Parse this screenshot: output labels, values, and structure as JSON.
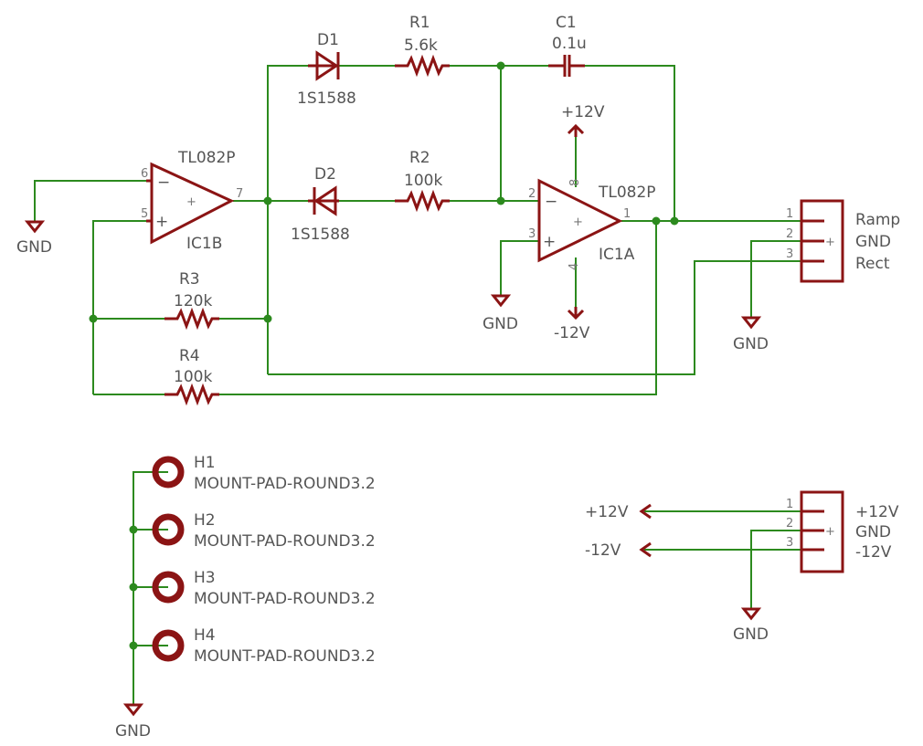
{
  "colors": {
    "wire": "#2c8a1e",
    "part": "#8b1414",
    "text": "#555555",
    "background": "#ffffff"
  },
  "parts": {
    "D1": {
      "name": "D1",
      "value": "1S1588"
    },
    "D2": {
      "name": "D2",
      "value": "1S1588"
    },
    "R1": {
      "name": "R1",
      "value": "5.6k"
    },
    "R2": {
      "name": "R2",
      "value": "100k"
    },
    "R3": {
      "name": "R3",
      "value": "120k"
    },
    "R4": {
      "name": "R4",
      "value": "100k"
    },
    "C1": {
      "name": "C1",
      "value": "0.1u"
    },
    "IC1A": {
      "name": "IC1A",
      "value": "TL082P"
    },
    "IC1B": {
      "name": "IC1B",
      "value": "TL082P"
    },
    "H1": {
      "name": "H1",
      "value": "MOUNT-PAD-ROUND3.2"
    },
    "H2": {
      "name": "H2",
      "value": "MOUNT-PAD-ROUND3.2"
    },
    "H3": {
      "name": "H3",
      "value": "MOUNT-PAD-ROUND3.2"
    },
    "H4": {
      "name": "H4",
      "value": "MOUNT-PAD-ROUND3.2"
    }
  },
  "power": {
    "gnd": "GND",
    "pos12": "+12V",
    "neg12": "-12V",
    "neg12_connector": "-12V"
  },
  "pins": {
    "ic1b": {
      "p6": "6",
      "p5": "5",
      "p7": "7",
      "minus": "−",
      "plus": "+",
      "out_plus": "+"
    },
    "ic1a": {
      "p2": "2",
      "p3": "3",
      "p1": "1",
      "p8": "8",
      "p4": "4",
      "minus": "−",
      "plus": "+",
      "out_plus": "+"
    }
  },
  "connector_out": {
    "pin_numbers": [
      "1",
      "2",
      "3"
    ],
    "labels": [
      "Ramp",
      "GND",
      "Rect"
    ]
  },
  "connector_power": {
    "pin_numbers": [
      "1",
      "2",
      "3"
    ],
    "labels": [
      "+12V",
      "GND",
      "-12V"
    ]
  }
}
